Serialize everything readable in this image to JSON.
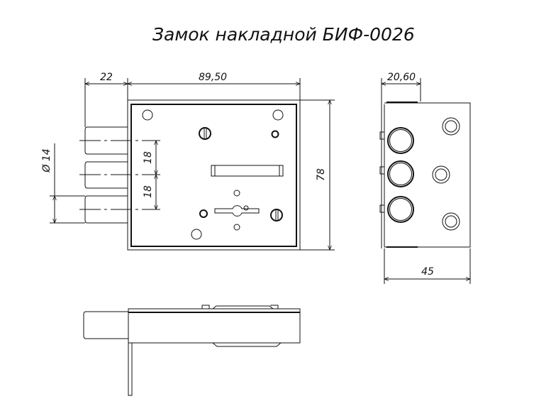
{
  "title": "Замок накладной БИФ-0026",
  "front_view": {
    "dim_bolt_length": "22",
    "dim_width": "89,50",
    "dim_height": "78",
    "dim_bolt_spacing_1": "18",
    "dim_bolt_spacing_2": "18",
    "dim_bolt_diameter": "Ø 14"
  },
  "side_view": {
    "dim_flange": "20,60",
    "dim_depth": "45"
  },
  "colors": {
    "line": "#111111",
    "background": "#ffffff"
  }
}
